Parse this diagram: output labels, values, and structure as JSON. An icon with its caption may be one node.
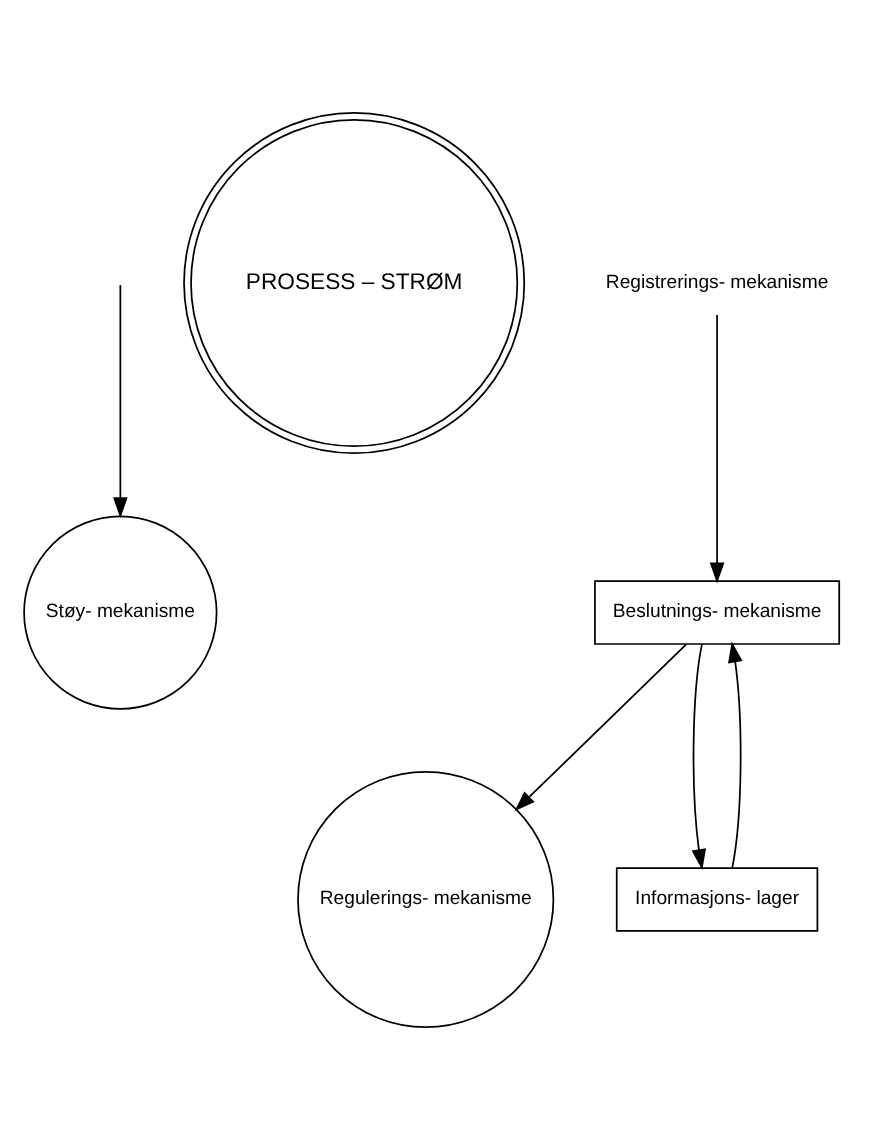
{
  "diagram": {
    "nodes": [
      {
        "text": [
          "Støy- mekanisme"
        ]
      },
      {
        "text": [
          "PROSESS – STRØM"
        ]
      },
      {
        "text": [
          "Regulerings- mekanisme"
        ]
      },
      {
        "text": [
          "Registrerings- mekanisme"
        ]
      },
      {
        "text": [
          "Beslutnings- mekanisme"
        ]
      },
      {
        "text": [
          "Informasjons- lager"
        ]
      }
    ],
    "edges": [
      {
        "from": null,
        "to": 0,
        "arrow": "to"
      },
      {
        "from": 3,
        "to": 4,
        "arrow": "to"
      },
      {
        "from": 4,
        "to": 2,
        "arrow": "to"
      },
      {
        "from": 4,
        "to": 5,
        "arrow": "to"
      },
      {
        "from": 5,
        "to": 4,
        "arrow": "to"
      }
    ]
  }
}
